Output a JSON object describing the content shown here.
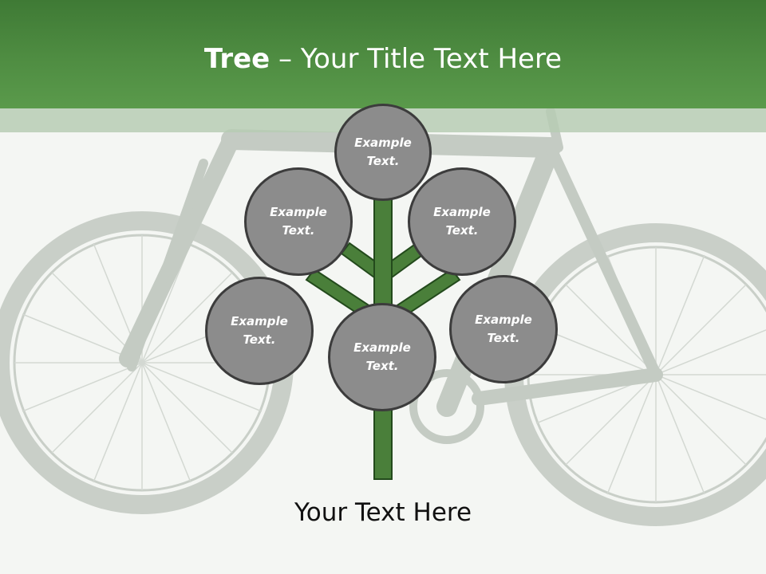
{
  "title": {
    "bold": "Tree",
    "rest": " – Your Title Text Here"
  },
  "nodes": [
    {
      "id": "top",
      "text": "Example Text."
    },
    {
      "id": "upper-left",
      "text": "Example Text."
    },
    {
      "id": "upper-right",
      "text": "Example Text."
    },
    {
      "id": "middle-left",
      "text": "Example Text."
    },
    {
      "id": "center",
      "text": "Example Text."
    },
    {
      "id": "middle-right",
      "text": "Example Text."
    }
  ],
  "footer": {
    "text": "Your Text Here"
  },
  "colors": {
    "header": "#4f8d42",
    "branch": "#4a7f3a",
    "branch_outline": "#234a1c",
    "node_fill": "#8c8c8c",
    "node_border": "#3c3c3c"
  }
}
